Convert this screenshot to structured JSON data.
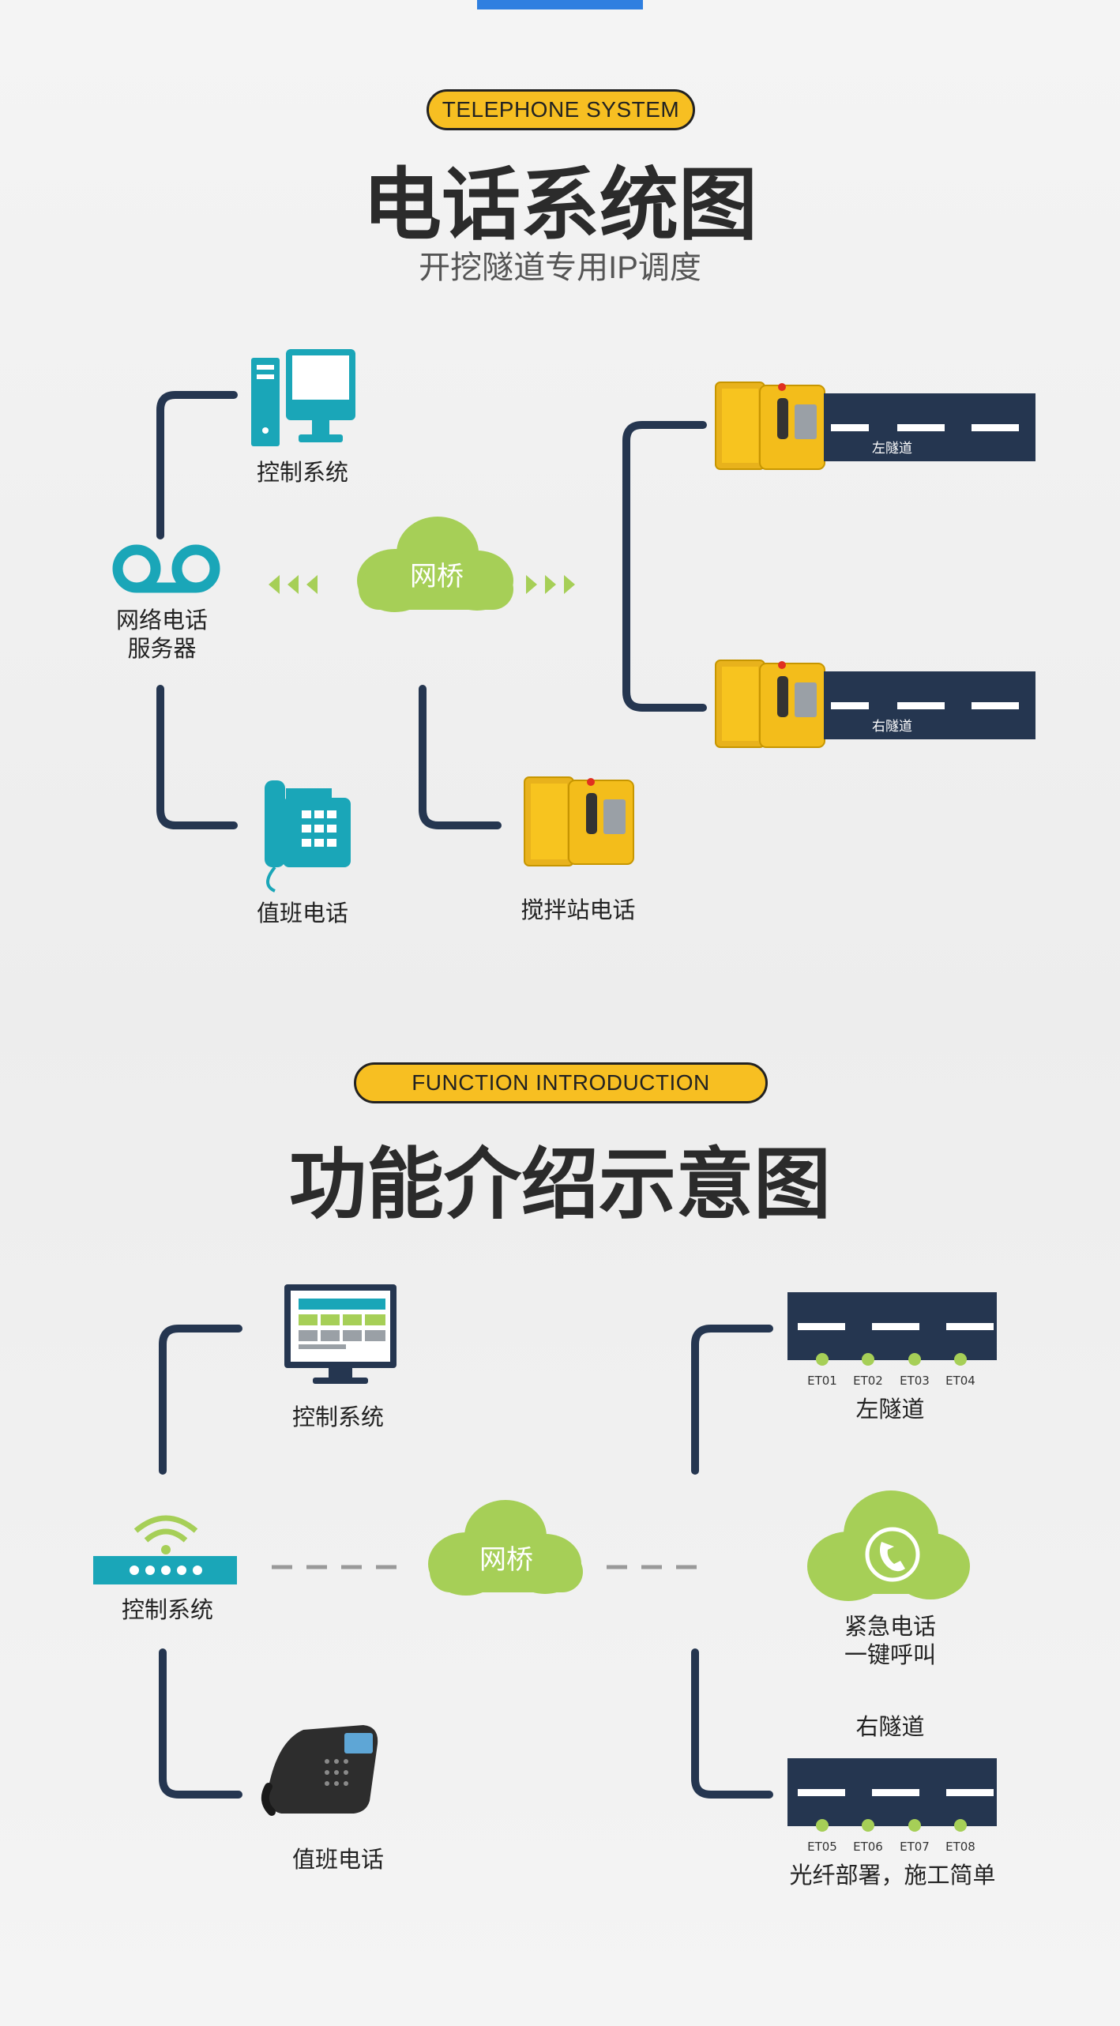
{
  "section1": {
    "tag": "TELEPHONE SYSTEM",
    "title": "电话系统图",
    "subtitle": "开挖隧道专用IP调度",
    "nodes": {
      "control_system": "控制系统",
      "server_line1": "网络电话",
      "server_line2": "服务器",
      "cloud": "网桥",
      "duty_phone": "值班电话",
      "mixing_station_phone": "搅拌站电话",
      "left_tunnel": "左隧道",
      "right_tunnel": "右隧道"
    }
  },
  "section2": {
    "tag": "FUNCTION INTRODUCTION",
    "title": "功能介绍示意图",
    "nodes": {
      "control_system_top": "控制系统",
      "control_system_router": "控制系统",
      "cloud": "网桥",
      "duty_phone": "值班电话",
      "left_tunnel": "左隧道",
      "emergency_line1": "紧急电话",
      "emergency_line2": "一键呼叫",
      "right_tunnel": "右隧道",
      "footer": "光纤部署，施工简单",
      "left_tunnel_points": [
        "ET01",
        "ET02",
        "ET03",
        "ET04"
      ],
      "right_tunnel_points": [
        "ET05",
        "ET06",
        "ET07",
        "ET08"
      ]
    }
  },
  "colors": {
    "navy": "#253650",
    "teal": "#1aa6b8",
    "green": "#a6cf57",
    "yellow": "#f7bf22",
    "accent_blue": "#2f7fe0"
  }
}
